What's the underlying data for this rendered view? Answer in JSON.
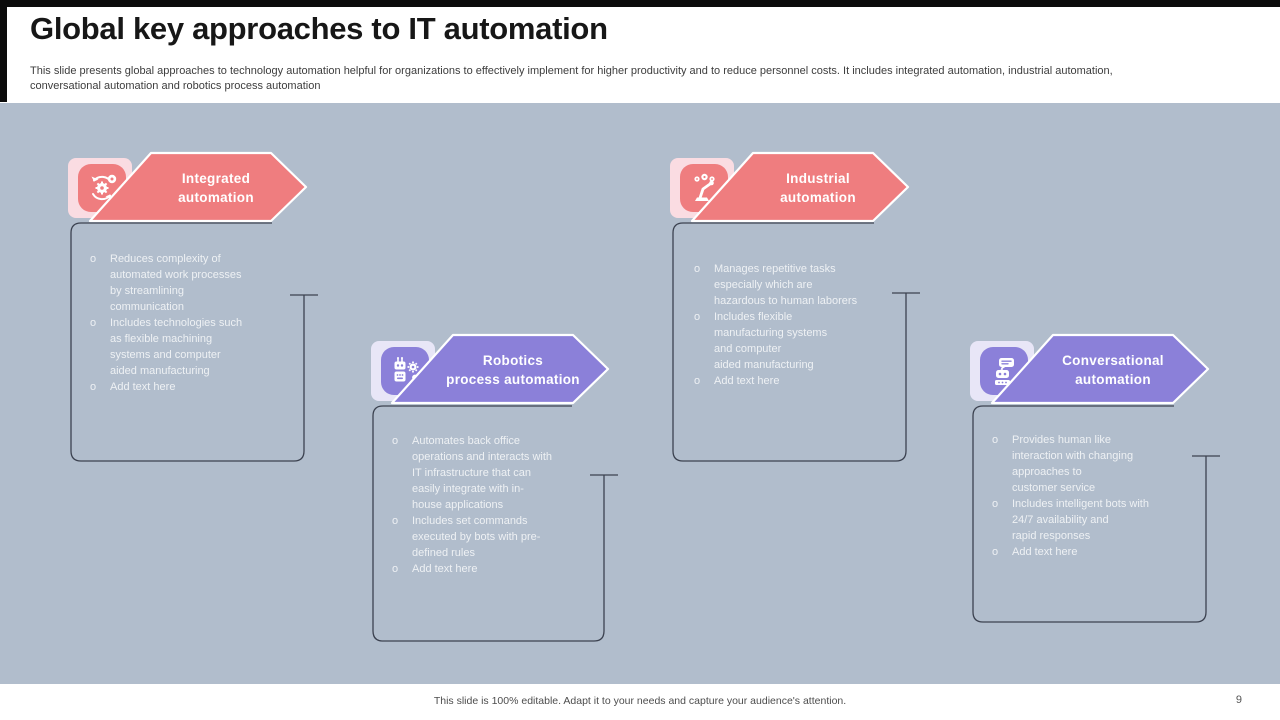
{
  "header": {
    "title": "Global key approaches to IT automation",
    "subtitle": "This slide presents global approaches to technology automation helpful for organizations to effectively implement for higher productivity and to reduce personnel costs. It includes integrated automation, industrial automation,\nconversational automation and robotics process automation"
  },
  "bullet_marker": "o",
  "colors": {
    "coral": "#ef7d7f",
    "coral_light": "#fadce2",
    "purple": "#8b80d9",
    "purple_light": "#e8e6f7",
    "canvas_background": "#b1bdcc",
    "box_border": "#3c4250",
    "frame_black": "#0b0b0b"
  },
  "groups": [
    {
      "title": "Integrated\nautomation",
      "icon": "sync-gear-icon",
      "theme": "coral",
      "bullets": [
        "Reduces complexity of\nautomated work processes\nby streamlining\ncommunication",
        "Includes technologies such\nas flexible machining\nsystems and computer\naided manufacturing",
        "Add text here"
      ]
    },
    {
      "title": "Industrial\nautomation",
      "icon": "robot-arm-icon",
      "theme": "coral",
      "bullets": [
        "Manages repetitive tasks\nespecially which are\nhazardous to human laborers",
        "Includes flexible\nmanufacturing systems\nand computer\naided manufacturing",
        "Add text here"
      ]
    },
    {
      "title": "Robotics\nprocess automation",
      "icon": "robot-gears-icon",
      "theme": "purple",
      "bullets": [
        "Automates back office\noperations and interacts with\nIT infrastructure that can\neasily integrate with in-\nhouse applications",
        "Includes set commands\nexecuted by bots with pre-\ndefined rules",
        "Add text here"
      ]
    },
    {
      "title": "Conversational\nautomation",
      "icon": "chat-bot-icon",
      "theme": "purple",
      "bullets": [
        "Provides human like\ninteraction with changing\napproaches to\ncustomer service",
        "Includes intelligent bots with\n24/7 availability and\nrapid responses",
        "Add text here"
      ]
    }
  ],
  "footer": {
    "note": "This slide is 100% editable. Adapt it to your needs and capture your audience's attention.",
    "page_number": "9"
  }
}
